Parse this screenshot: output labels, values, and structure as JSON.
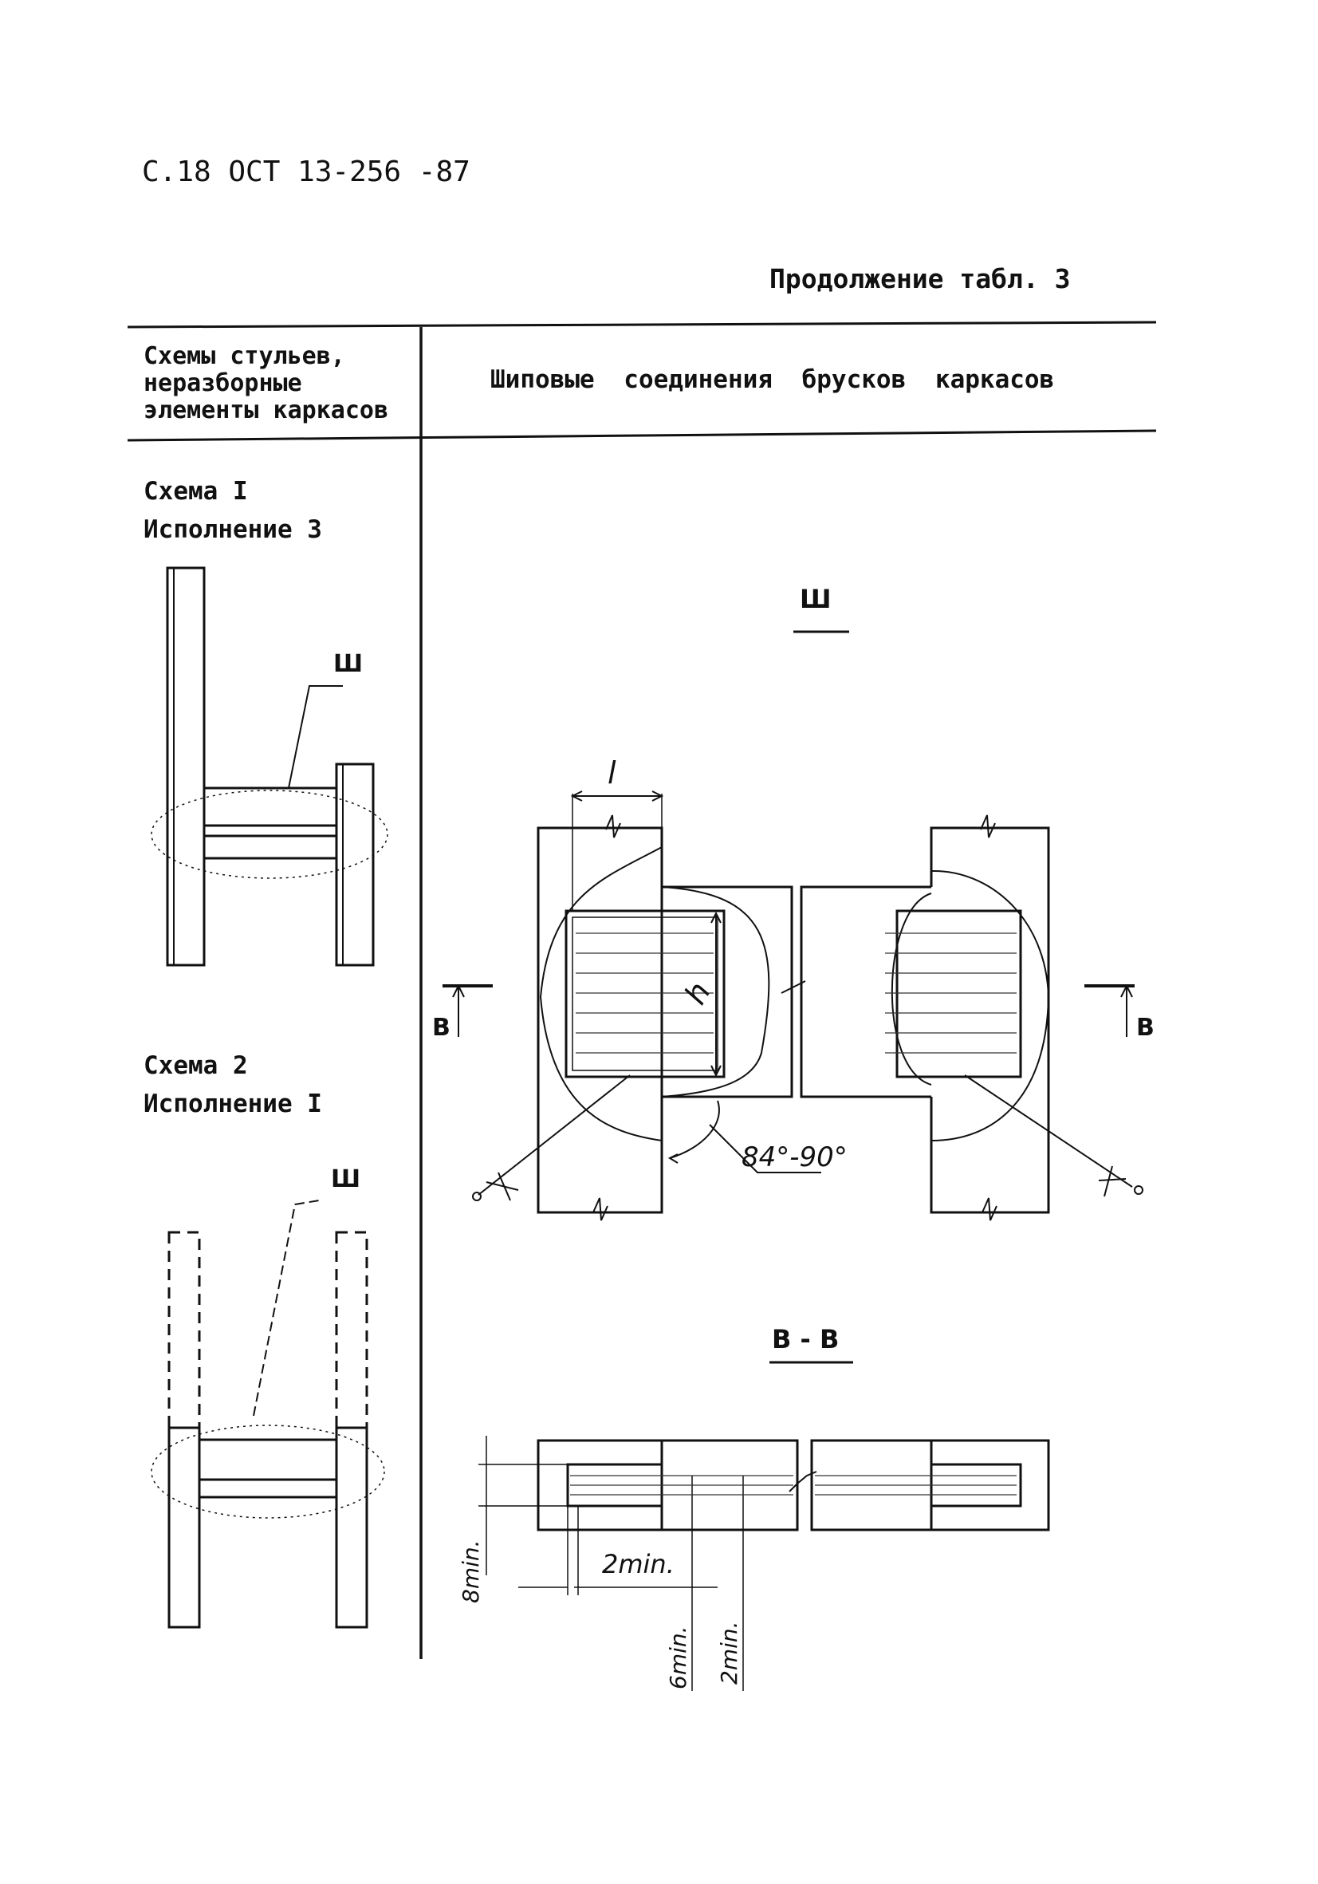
{
  "page_header": "С.18 ОСТ 13-256 -87",
  "continuation": "Продолжение табл. 3",
  "table": {
    "header_left": [
      "Схемы стульев,",
      "неразборные",
      "элементы каркасов"
    ],
    "header_right": "Шиповые соединения брусков каркасов"
  },
  "scheme1": {
    "title": "Схема I",
    "execution": "Исполнение 3",
    "callout": "Ш"
  },
  "scheme2": {
    "title": "Схема 2",
    "execution": "Исполнение I",
    "callout": "Ш"
  },
  "detail": {
    "view_label": "Ш",
    "dim_l": "l",
    "dim_h": "h",
    "angle": "84°-90°",
    "section_mark_left": "В",
    "section_mark_right": "В"
  },
  "section": {
    "title": "В - В",
    "dim_8min": "8min.",
    "dim_2min_h": "2min.",
    "dim_6min": "6min.",
    "dim_2min_v": "2min."
  }
}
